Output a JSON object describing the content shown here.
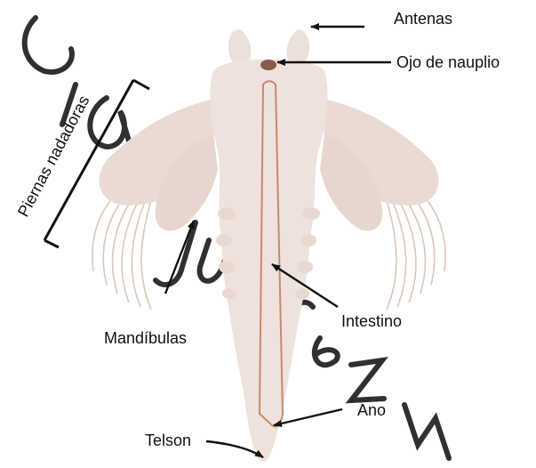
{
  "labels": {
    "antenas": "Antenas",
    "ojo": "Ojo de nauplio",
    "piernas": "Piernas nadadoras",
    "mandibulas": "Mandíbulas",
    "intestino": "Intestino",
    "ano": "Ano",
    "telson": "Telson"
  },
  "watermark": "Gida Juárez M",
  "colors": {
    "body": "#efe2dc",
    "body_shadow": "#dbc7be",
    "gut": "#c48a70",
    "eye": "#8a5b4a",
    "line": "#111111"
  }
}
